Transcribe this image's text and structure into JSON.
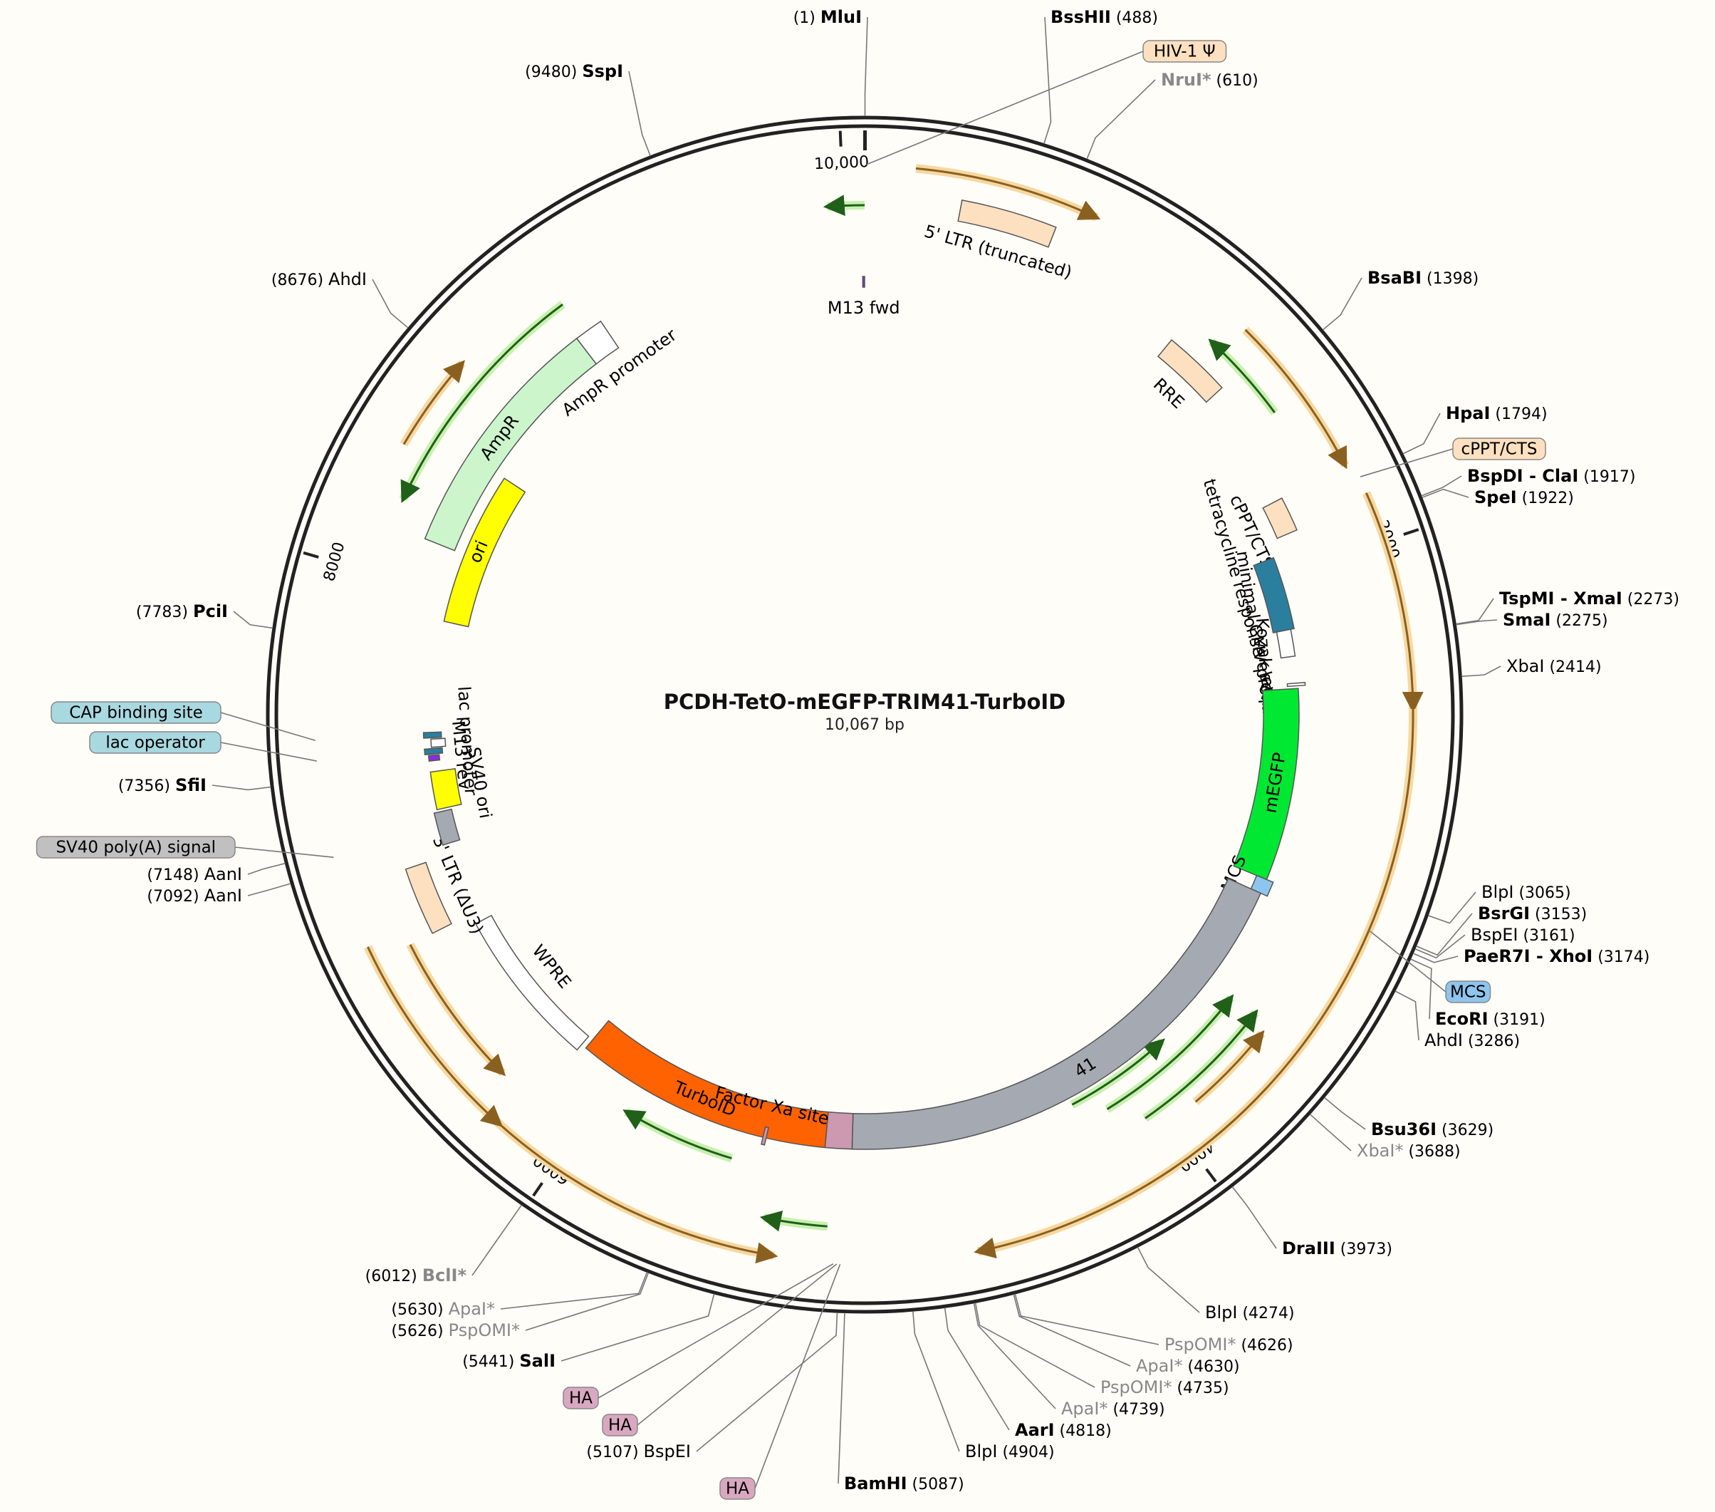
{
  "title": "PCDH-TetO-mEGFP-TRIM41-TurboID",
  "length": "10,067 bp",
  "total_bp": 10067,
  "ticks": [
    {
      "pos": 10000,
      "label": "10,000"
    },
    {
      "pos": 2000,
      "label": "2000"
    },
    {
      "pos": 4000,
      "label": "4000"
    },
    {
      "pos": 6000,
      "label": "6000"
    },
    {
      "pos": 8000,
      "label": "8000"
    }
  ],
  "sites": [
    {
      "pos": 1,
      "name": "MluI",
      "num": "(1)",
      "style": "bold",
      "side": "L"
    },
    {
      "pos": 488,
      "name": "BssHII",
      "num": "(488)",
      "style": "bold",
      "side": "R"
    },
    {
      "pos": 610,
      "name": "NruI*",
      "num": "(610)",
      "style": "gray-bold",
      "side": "R"
    },
    {
      "pos": 1398,
      "name": "BsaBI",
      "num": "(1398)",
      "style": "bold",
      "side": "R"
    },
    {
      "pos": 1794,
      "name": "HpaI",
      "num": "(1794)",
      "style": "bold",
      "side": "R"
    },
    {
      "pos": 1917,
      "name": "BspDI - ClaI",
      "num": "(1917)",
      "style": "bold",
      "side": "R"
    },
    {
      "pos": 1922,
      "name": "SpeI",
      "num": "(1922)",
      "style": "bold",
      "side": "R"
    },
    {
      "pos": 2273,
      "name": "TspMI - XmaI",
      "num": "(2273)",
      "style": "bold",
      "side": "R"
    },
    {
      "pos": 2275,
      "name": "SmaI",
      "num": "(2275)",
      "style": "bold",
      "side": "R"
    },
    {
      "pos": 2414,
      "name": "XbaI",
      "num": "(2414)",
      "style": "normal",
      "side": "R"
    },
    {
      "pos": 3065,
      "name": "BlpI",
      "num": "(3065)",
      "style": "normal",
      "side": "R"
    },
    {
      "pos": 3153,
      "name": "BsrGI",
      "num": "(3153)",
      "style": "bold",
      "side": "R"
    },
    {
      "pos": 3161,
      "name": "BspEI",
      "num": "(3161)",
      "style": "normal",
      "side": "R"
    },
    {
      "pos": 3174,
      "name": "PaeR7I - XhoI",
      "num": "(3174)",
      "style": "bold",
      "side": "R"
    },
    {
      "pos": 3191,
      "name": "EcoRI",
      "num": "(3191)",
      "style": "bold",
      "side": "R"
    },
    {
      "pos": 3286,
      "name": "AhdI",
      "num": "(3286)",
      "style": "normal",
      "side": "R"
    },
    {
      "pos": 3629,
      "name": "Bsu36I",
      "num": "(3629)",
      "style": "bold",
      "side": "R"
    },
    {
      "pos": 3688,
      "name": "XbaI*",
      "num": "(3688)",
      "style": "gray",
      "side": "R"
    },
    {
      "pos": 3973,
      "name": "DraIII",
      "num": "(3973)",
      "style": "bold",
      "side": "R"
    },
    {
      "pos": 4274,
      "name": "BlpI",
      "num": "(4274)",
      "style": "normal",
      "side": "R"
    },
    {
      "pos": 4626,
      "name": "PspOMI*",
      "num": "(4626)",
      "style": "gray",
      "side": "R"
    },
    {
      "pos": 4630,
      "name": "ApaI*",
      "num": "(4630)",
      "style": "gray",
      "side": "R"
    },
    {
      "pos": 4735,
      "name": "PspOMI*",
      "num": "(4735)",
      "style": "gray",
      "side": "R"
    },
    {
      "pos": 4739,
      "name": "ApaI*",
      "num": "(4739)",
      "style": "gray",
      "side": "R"
    },
    {
      "pos": 4818,
      "name": "AarI",
      "num": "(4818)",
      "style": "bold",
      "side": "R"
    },
    {
      "pos": 4904,
      "name": "BlpI",
      "num": "(4904)",
      "style": "normal",
      "side": "R"
    },
    {
      "pos": 5087,
      "name": "BamHI",
      "num": "(5087)",
      "style": "bold",
      "side": "R"
    },
    {
      "pos": 5107,
      "name": "BspEI",
      "num": "(5107)",
      "style": "normal",
      "side": "L"
    },
    {
      "pos": 5441,
      "name": "SalI",
      "num": "(5441)",
      "style": "bold",
      "side": "L"
    },
    {
      "pos": 5626,
      "name": "PspOMI*",
      "num": "(5626)",
      "style": "gray",
      "side": "L"
    },
    {
      "pos": 5630,
      "name": "ApaI*",
      "num": "(5630)",
      "style": "gray",
      "side": "L"
    },
    {
      "pos": 6012,
      "name": "BclI*",
      "num": "(6012)",
      "style": "gray-bold",
      "side": "L"
    },
    {
      "pos": 7092,
      "name": "AanI",
      "num": "(7092)",
      "style": "normal",
      "side": "L"
    },
    {
      "pos": 7148,
      "name": "AanI",
      "num": "(7148)",
      "style": "normal",
      "side": "L"
    },
    {
      "pos": 7356,
      "name": "SfiI",
      "num": "(7356)",
      "style": "bold",
      "side": "L"
    },
    {
      "pos": 7783,
      "name": "PciI",
      "num": "(7783)",
      "style": "bold",
      "side": "L"
    },
    {
      "pos": 8676,
      "name": "AhdI",
      "num": "(8676)",
      "style": "normal",
      "side": "L"
    },
    {
      "pos": 9480,
      "name": "SspI",
      "num": "(9480)",
      "style": "bold",
      "side": "L"
    }
  ],
  "features": [
    {
      "name": "AmpR promoter",
      "label": "AmpR promoter",
      "start": 9020,
      "end": 9120,
      "type": "promoter",
      "color": "#ffffff"
    },
    {
      "name": "AmpR",
      "label": "AmpR",
      "start": 8160,
      "end": 9020,
      "type": "cds",
      "color": "#ccf5cc"
    },
    {
      "name": "ori",
      "label": "ori",
      "start": 7900,
      "end": 8480,
      "type": "origin",
      "color": "#ffff00"
    },
    {
      "name": "5' LTR (truncated)",
      "label": "5' LTR (truncated)",
      "start": 300,
      "end": 600,
      "type": "ltr",
      "color": "#fde0c0"
    },
    {
      "name": "RRE",
      "label": "RRE",
      "start": 1100,
      "end": 1330,
      "type": "misc",
      "color": "#fde0c0"
    },
    {
      "name": "cPPT/CTS",
      "label": "cPPT/CTS",
      "start": 1750,
      "end": 1870,
      "type": "misc",
      "color": "#fde0c0"
    },
    {
      "name": "tetracycline response element",
      "label": "tetracycline response element",
      "start": 1930,
      "end": 2200,
      "type": "misc",
      "color": "#2a7f9e"
    },
    {
      "name": "minimal CMV promoter",
      "label": "minimal CMV promoter",
      "start": 2200,
      "end": 2300,
      "type": "promoter",
      "color": "#ffffff"
    },
    {
      "name": "Kozak sequence",
      "label": "Kozak sequence",
      "start": 2400,
      "end": 2410,
      "type": "misc",
      "color": "#ffffff"
    },
    {
      "name": "mEGFP",
      "label": "mEGFP",
      "start": 2420,
      "end": 3140,
      "type": "cds",
      "color": "#00e832"
    },
    {
      "name": "MCS",
      "label": "MCS",
      "start": 3140,
      "end": 3195,
      "type": "misc",
      "color": "#8ec5ee"
    },
    {
      "name": "TRIM41",
      "label": "41",
      "start": 3195,
      "end": 5080,
      "type": "cds",
      "color": "#a4a9b2"
    },
    {
      "name": "HA tags",
      "label": "",
      "start": 5080,
      "end": 5180,
      "type": "tag",
      "color": "#cc99b0"
    },
    {
      "name": "TurboID",
      "label": "TurboID",
      "start": 5180,
      "end": 6150,
      "type": "cds",
      "color": "#ff6200"
    },
    {
      "name": "WPRE",
      "label": "WPRE",
      "start": 6170,
      "end": 6760,
      "type": "misc",
      "color": "#ffffff"
    },
    {
      "name": "3' LTR (ΔU3)",
      "label": "3' LTR (ΔU3)",
      "start": 6800,
      "end": 7030,
      "type": "ltr",
      "color": "#fde0c0"
    },
    {
      "name": "SV40 poly(A) signal",
      "label": "",
      "start": 7070,
      "end": 7190,
      "type": "misc",
      "color": "#a4a9b2"
    },
    {
      "name": "SV40 ori",
      "label": "SV40 ori",
      "start": 7200,
      "end": 7340,
      "type": "origin",
      "color": "#ffff00"
    },
    {
      "name": "M13 rev",
      "label": "M13 rev",
      "start": 7380,
      "end": 7400,
      "type": "primer",
      "color": "#8a2be2"
    },
    {
      "name": "lac operator",
      "label": "",
      "start": 7405,
      "end": 7425,
      "type": "misc",
      "color": "#2a7f9e"
    },
    {
      "name": "lac promoter",
      "label": "lac promoter",
      "start": 7430,
      "end": 7460,
      "type": "promoter",
      "color": "#ffffff"
    },
    {
      "name": "CAP binding site",
      "label": "",
      "start": 7465,
      "end": 7485,
      "type": "misc",
      "color": "#2a7f9e"
    },
    {
      "name": "M13 fwd",
      "label": "M13 fwd",
      "start": 10060,
      "end": 10067,
      "type": "primer",
      "color": "#8a2be2"
    },
    {
      "name": "Factor Xa site",
      "label": "Factor Xa site",
      "start": 5400,
      "end": 5412,
      "type": "misc",
      "color": "#cc99b0"
    }
  ],
  "callout_tags": [
    {
      "text": "HIV-1 Ψ",
      "color": "#fde0c0"
    },
    {
      "text": "cPPT/CTS",
      "color": "#fde0c0"
    },
    {
      "text": "MCS",
      "color": "#8ec5ee"
    },
    {
      "text": "CAP binding site",
      "color": "#a8d8e0"
    },
    {
      "text": "lac operator",
      "color": "#a8d8e0"
    },
    {
      "text": "SV40 poly(A) signal",
      "color": "#c0c0c0"
    },
    {
      "text": "HA",
      "color": "#d9a8c0"
    },
    {
      "text": "HA",
      "color": "#d9a8c0"
    },
    {
      "text": "HA",
      "color": "#d9a8c0"
    }
  ],
  "colors": {
    "backbone": "#222222",
    "orf_orange": "#e8a040",
    "orf_green": "#40b030",
    "ltr": "#fde0c0",
    "mEGFP": "#00e832",
    "TurboID": "#ff6200",
    "TRIM41": "#a4a9b2"
  }
}
